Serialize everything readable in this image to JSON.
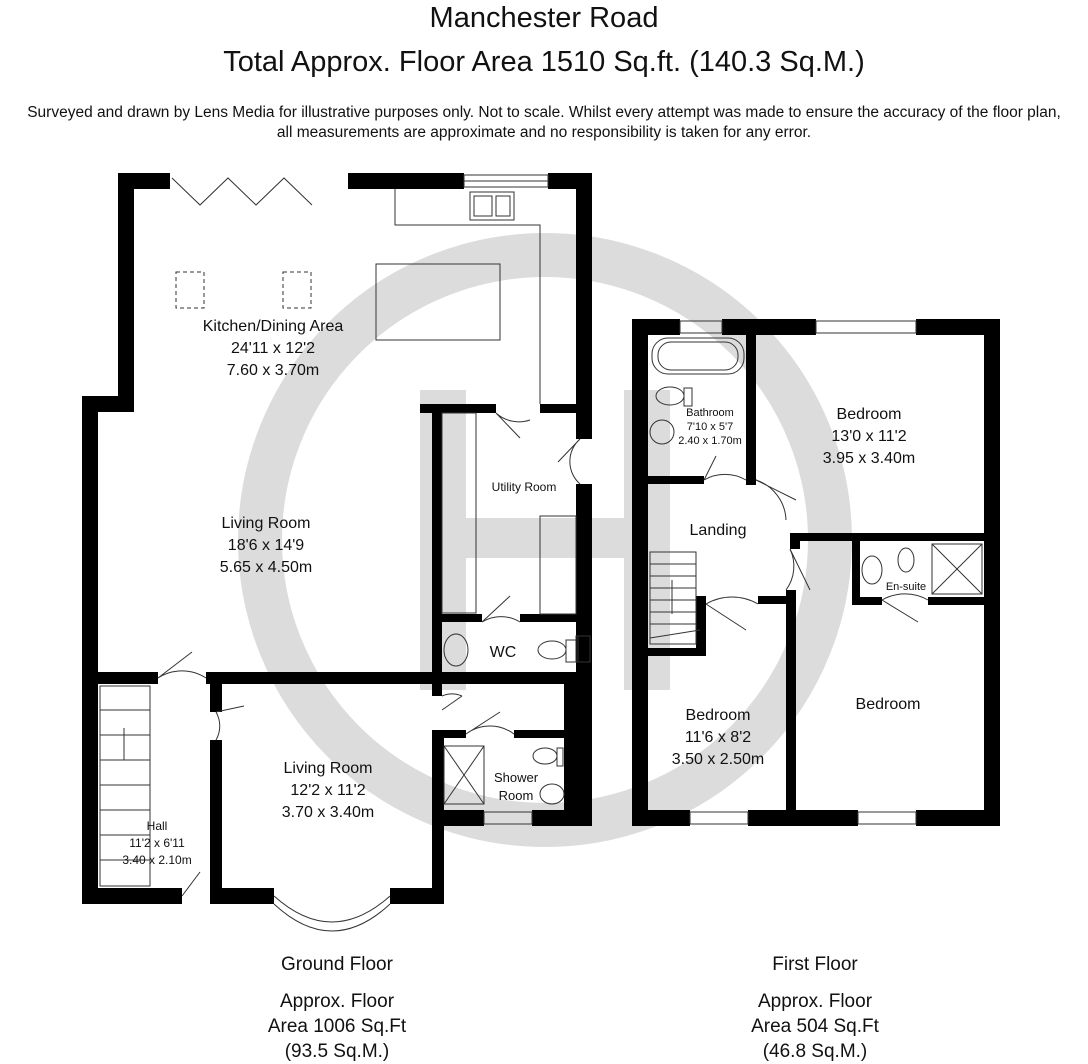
{
  "header": {
    "title": "Manchester Road",
    "subtitle": "Total Approx. Floor Area 1510 Sq.ft. (140.3 Sq.M.)",
    "disclaimer_line1": "Surveyed and drawn by Lens Media for illustrative purposes only. Not to scale. Whilst every attempt was made to ensure the accuracy of the floor plan,",
    "disclaimer_line2": "all measurements are approximate and no responsibility is taken for any error."
  },
  "ground_floor": {
    "name": "Ground Floor",
    "area_line1": "Approx. Floor",
    "area_line2": "Area 1006 Sq.Ft",
    "area_line3": "(93.5 Sq.M.)",
    "rooms": {
      "kitchen": {
        "name": "Kitchen/Dining Area",
        "imperial": "24'11 x 12'2",
        "metric": "7.60 x 3.70m"
      },
      "living1": {
        "name": "Living Room",
        "imperial": "18'6 x 14'9",
        "metric": "5.65 x 4.50m"
      },
      "utility": {
        "name": "Utility Room"
      },
      "wc": {
        "name": "WC"
      },
      "living2": {
        "name": "Living Room",
        "imperial": "12'2 x 11'2",
        "metric": "3.70 x 3.40m"
      },
      "shower": {
        "name_line1": "Shower",
        "name_line2": "Room"
      },
      "hall": {
        "name": "Hall",
        "imperial": "11'2 x 6'11",
        "metric": "3.40 x 2.10m"
      }
    }
  },
  "first_floor": {
    "name": "First Floor",
    "area_line1": "Approx. Floor",
    "area_line2": "Area 504 Sq.Ft",
    "area_line3": "(46.8 Sq.M.)",
    "rooms": {
      "bathroom": {
        "name": "Bathroom",
        "imperial": "7'10 x 5'7",
        "metric": "2.40 x 1.70m"
      },
      "bedroom1": {
        "name": "Bedroom",
        "imperial": "13'0 x 11'2",
        "metric": "3.95 x 3.40m"
      },
      "landing": {
        "name": "Landing"
      },
      "ensuite": {
        "name": "En-suite"
      },
      "bedroom2": {
        "name": "Bedroom"
      },
      "bedroom3": {
        "name": "Bedroom",
        "imperial": "11'6 x 8'2",
        "metric": "3.50 x 2.50m"
      }
    }
  },
  "colors": {
    "wall": "#000000",
    "watermark": "#dcdcdc",
    "text": "#111111"
  }
}
